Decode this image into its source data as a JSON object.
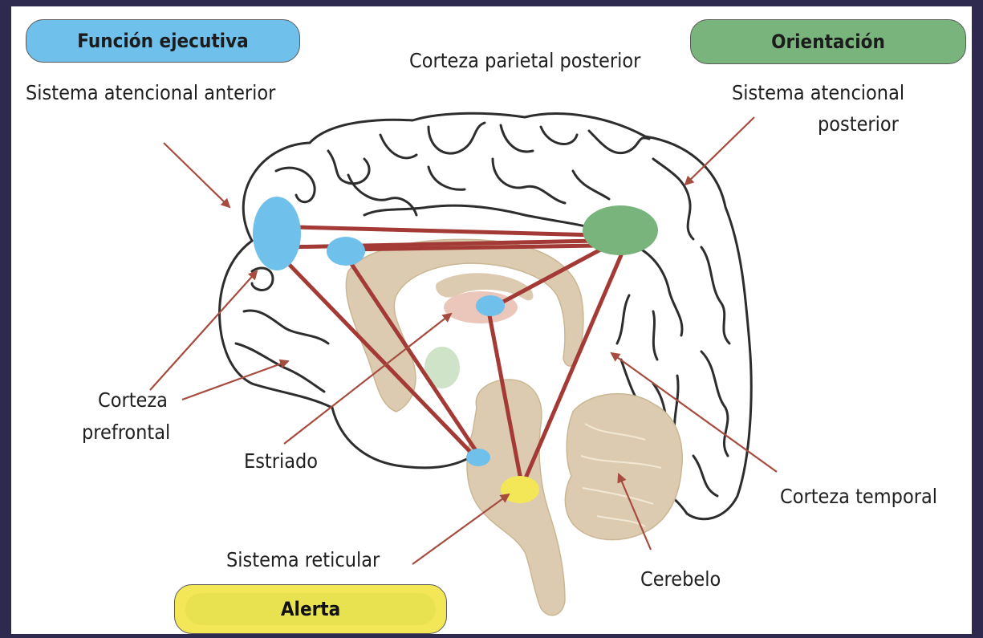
{
  "groups": {
    "executive": "Función ejecutiva",
    "orientation": "Orientación",
    "alert": "Alerta"
  },
  "labels": {
    "posterior_parietal": "Corteza parietal posterior",
    "anterior_system": "Sistema atencional anterior",
    "posterior_system_line1": "Sistema atencional",
    "posterior_system_line2": "posterior",
    "prefrontal_line1": "Corteza",
    "prefrontal_line2": "prefrontal",
    "striatum": "Estriado",
    "reticular": "Sistema reticular",
    "temporal": "Corteza temporal",
    "cerebellum": "Cerebelo"
  },
  "colors": {
    "executive": "#6fc1ec",
    "orientation": "#79b47d",
    "alert": "#f3e757",
    "connection": "#a33a35",
    "pointer": "#a64c3f",
    "brainstem": "#dccbb0",
    "striatum": "#ebc7bb",
    "outline": "#2d2d2d"
  },
  "icons": [
    "brain-outline-icon",
    "brainstem-icon",
    "cerebellum-icon"
  ]
}
